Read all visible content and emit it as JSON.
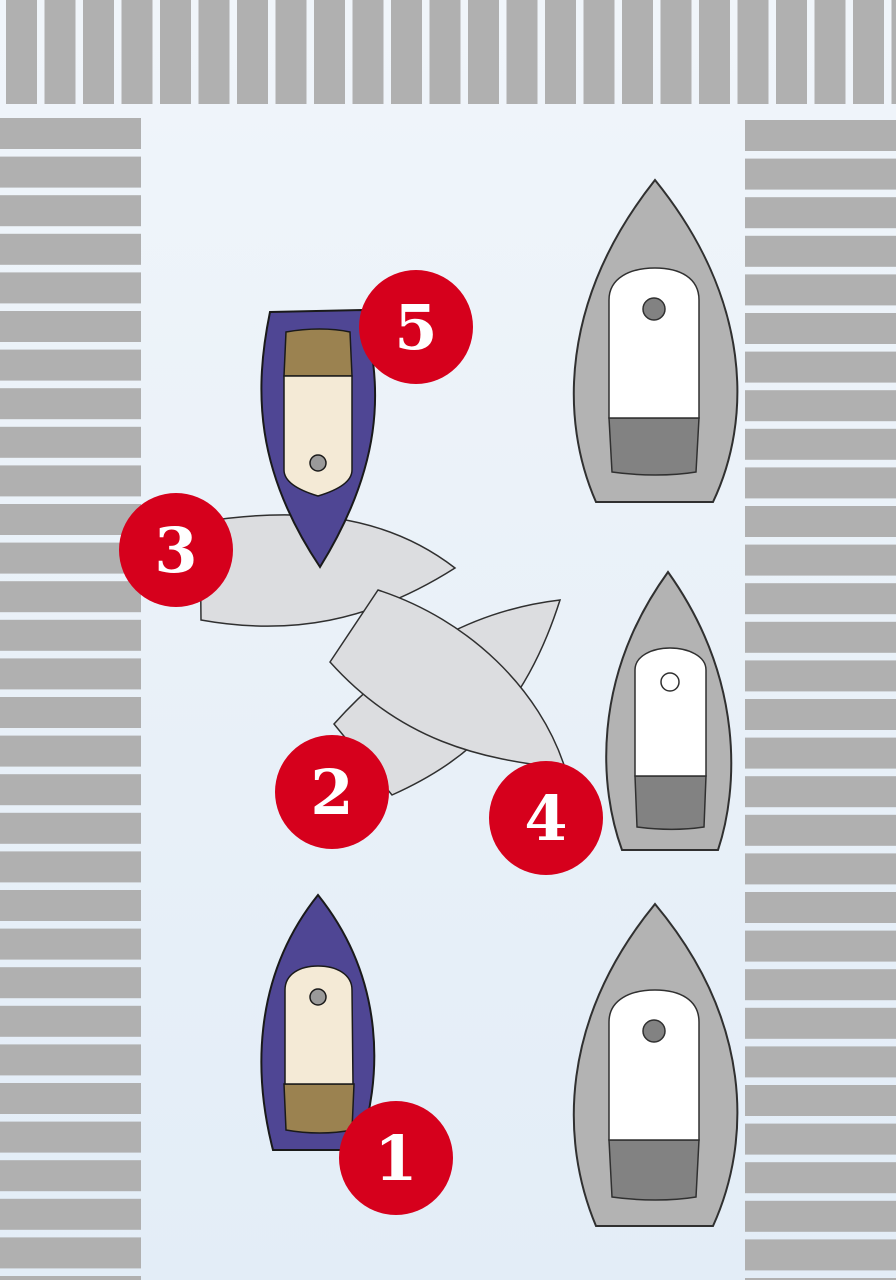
{
  "diagram": {
    "colors": {
      "water": "#e8f0f8",
      "pontoon": "#b0b0b0",
      "pontoon_gap": "#ffffff",
      "own_boat_hull": "#4f4694",
      "own_boat_deck": "#f4ead6",
      "own_boat_cockpit": "#9b8250",
      "moored_hull": "#b3b3b3",
      "moored_deck": "#ffffff",
      "moored_cockpit": "#828282",
      "ghost_boat": "#dcdde0",
      "badge": "#d6001c"
    },
    "steps": [
      {
        "label": "1"
      },
      {
        "label": "2"
      },
      {
        "label": "3"
      },
      {
        "label": "4"
      },
      {
        "label": "5"
      }
    ]
  }
}
